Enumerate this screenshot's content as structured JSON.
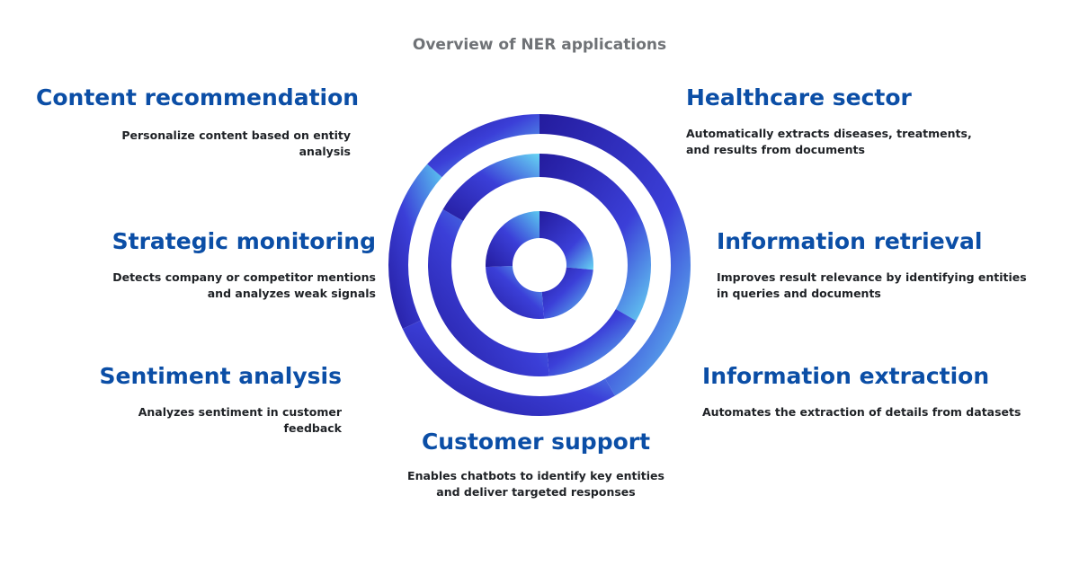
{
  "title": "Overview of NER applications",
  "diagram": {
    "colors": {
      "dark_blue": "#241c9e",
      "mid_blue": "#3b3fd8",
      "light_cyan": "#66d5f3",
      "heading": "#0b4ea6"
    },
    "applications": [
      {
        "id": "content",
        "title": "Content recommendation",
        "description": "Personalize content based on entity analysis"
      },
      {
        "id": "strategic",
        "title": "Strategic monitoring",
        "description": "Detects company or competitor mentions and analyzes weak signals"
      },
      {
        "id": "sentiment",
        "title": "Sentiment analysis",
        "description": "Analyzes sentiment in customer feedback"
      },
      {
        "id": "support",
        "title": "Customer support",
        "description": "Enables chatbots to identify key entities and deliver targeted responses"
      },
      {
        "id": "extraction",
        "title": "Information extraction",
        "description": "Automates the extraction of details from datasets"
      },
      {
        "id": "retrieval",
        "title": "Information retrieval",
        "description": "Improves result relevance by identifying entities in queries and documents"
      },
      {
        "id": "healthcare",
        "title": "Healthcare sector",
        "description": "Automatically extracts diseases, treatments, and results from documents"
      }
    ]
  }
}
